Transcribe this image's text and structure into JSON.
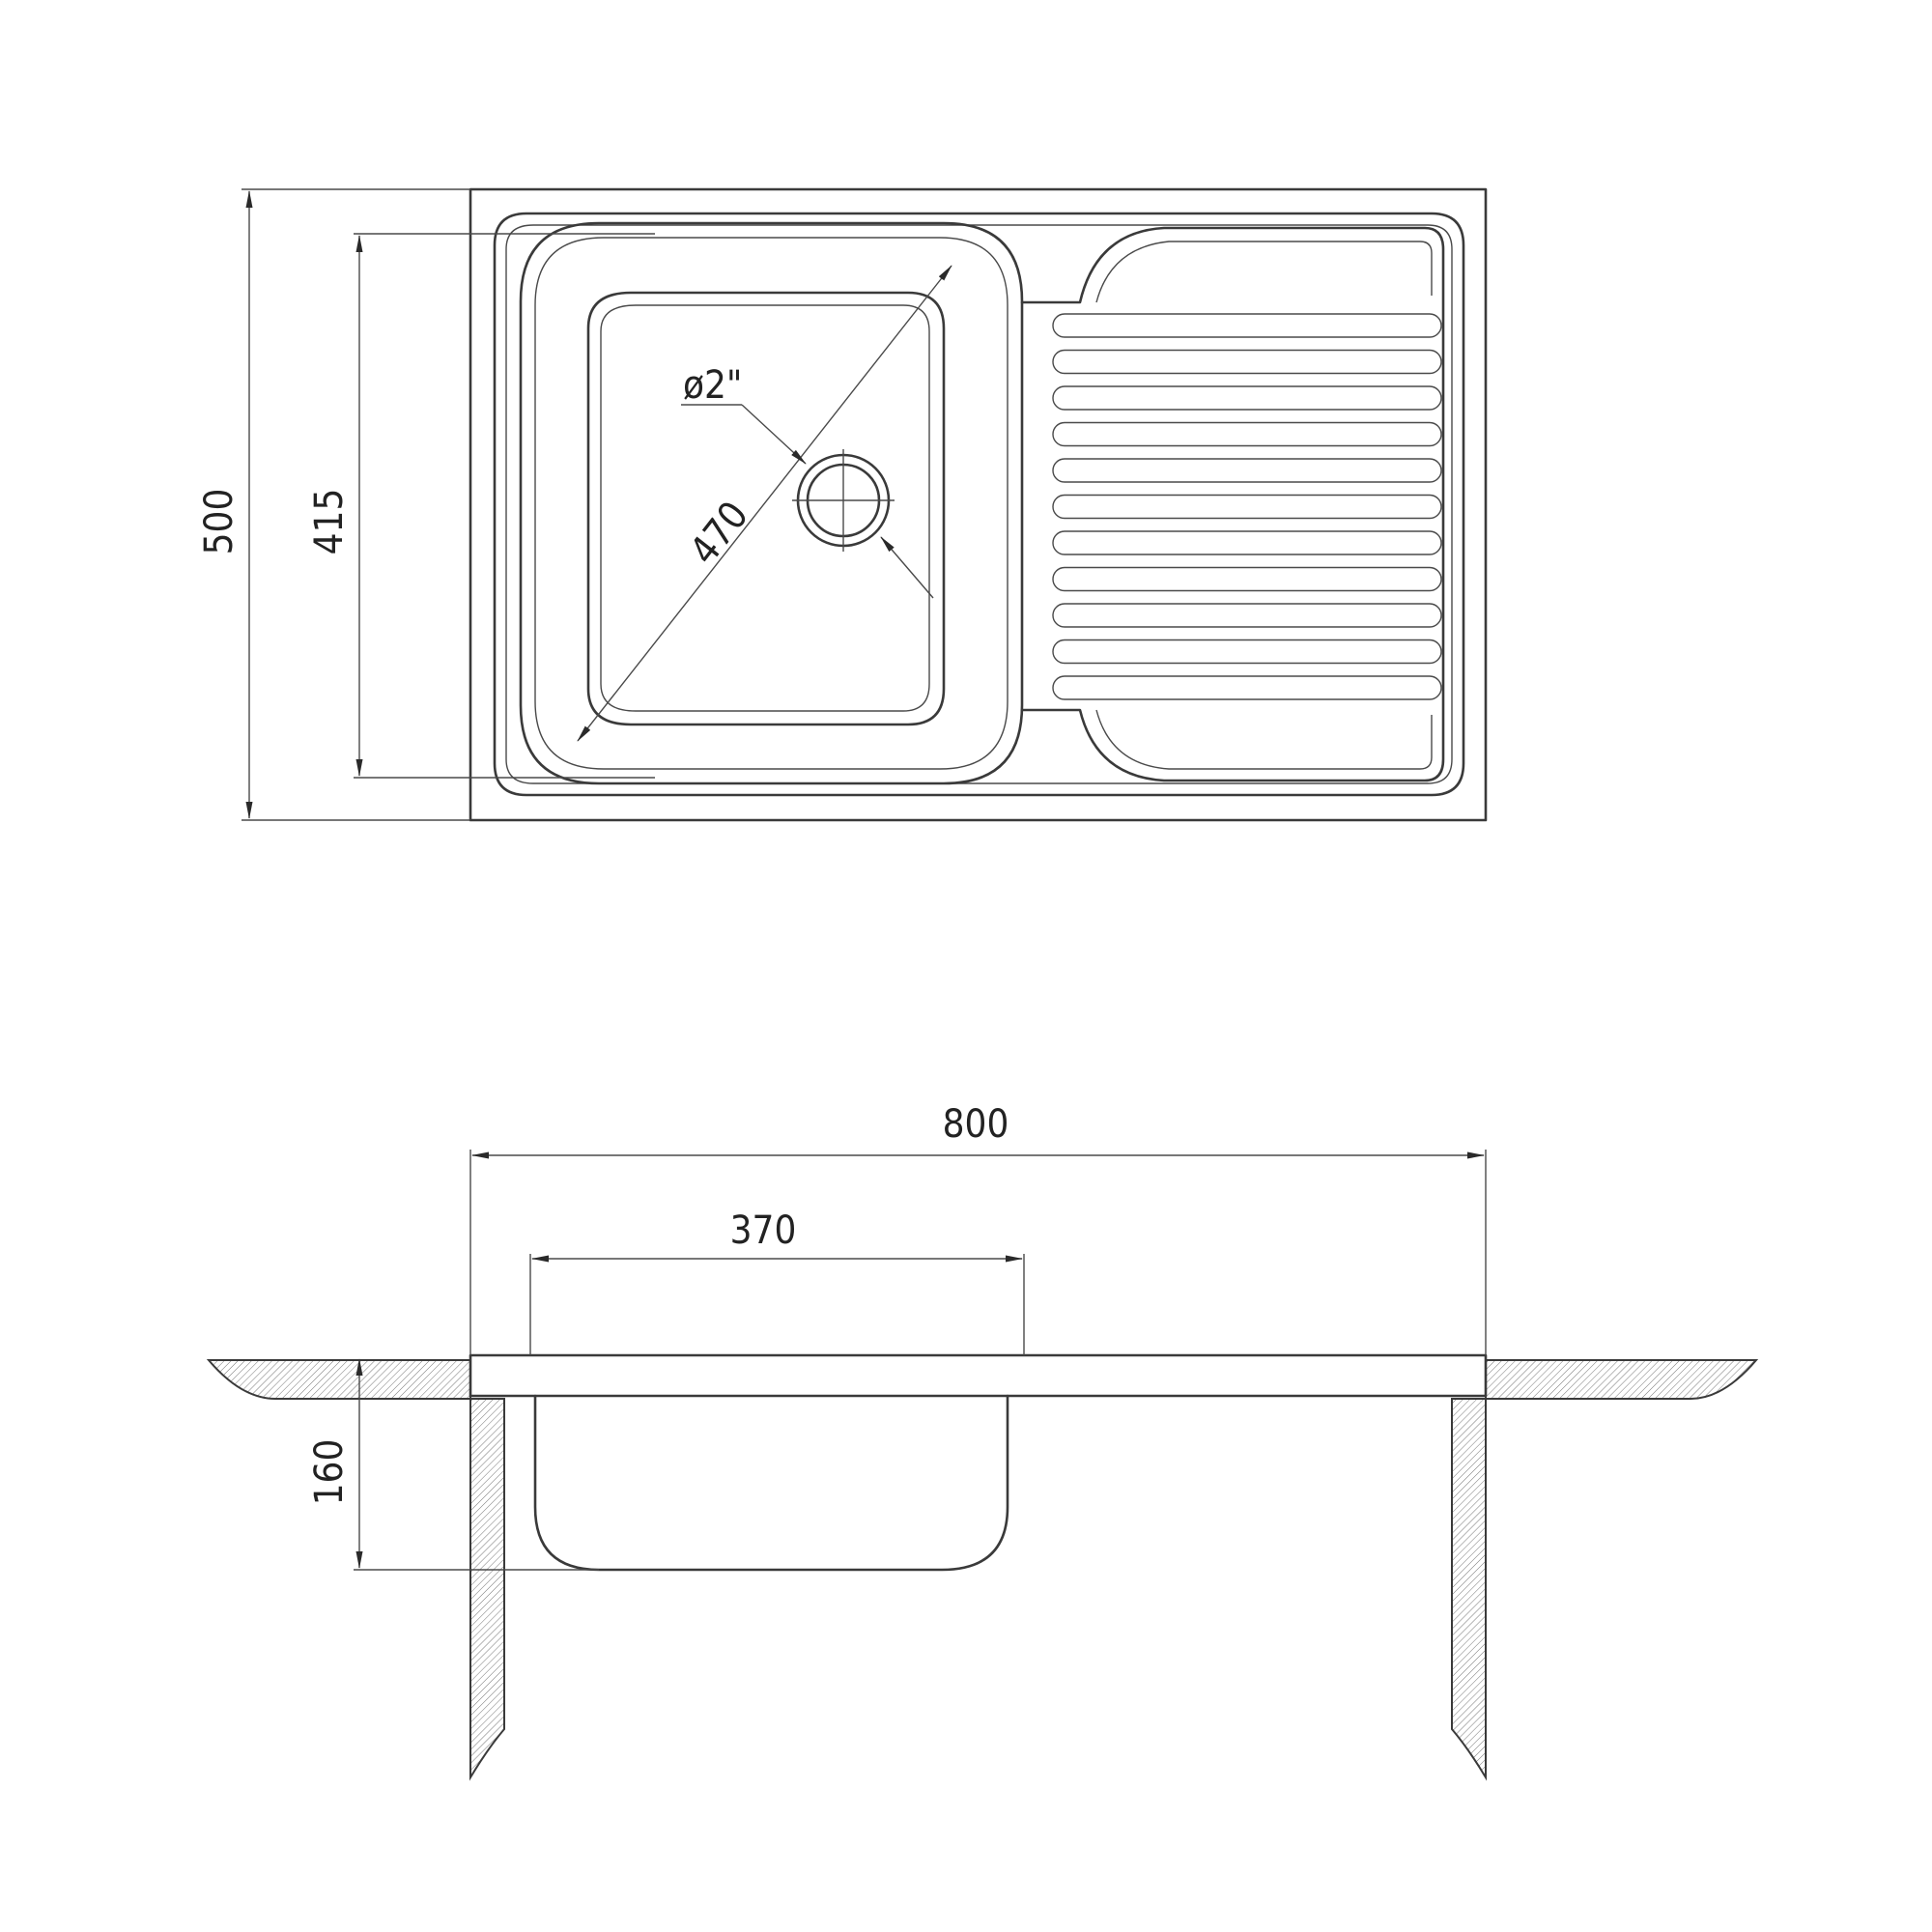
{
  "dimensions": {
    "overall_depth": "500",
    "bowl_depth": "415",
    "bowl_diagonal": "470",
    "drain": "ø2\"",
    "overall_width": "800",
    "bowl_width": "370",
    "bowl_height": "160"
  }
}
